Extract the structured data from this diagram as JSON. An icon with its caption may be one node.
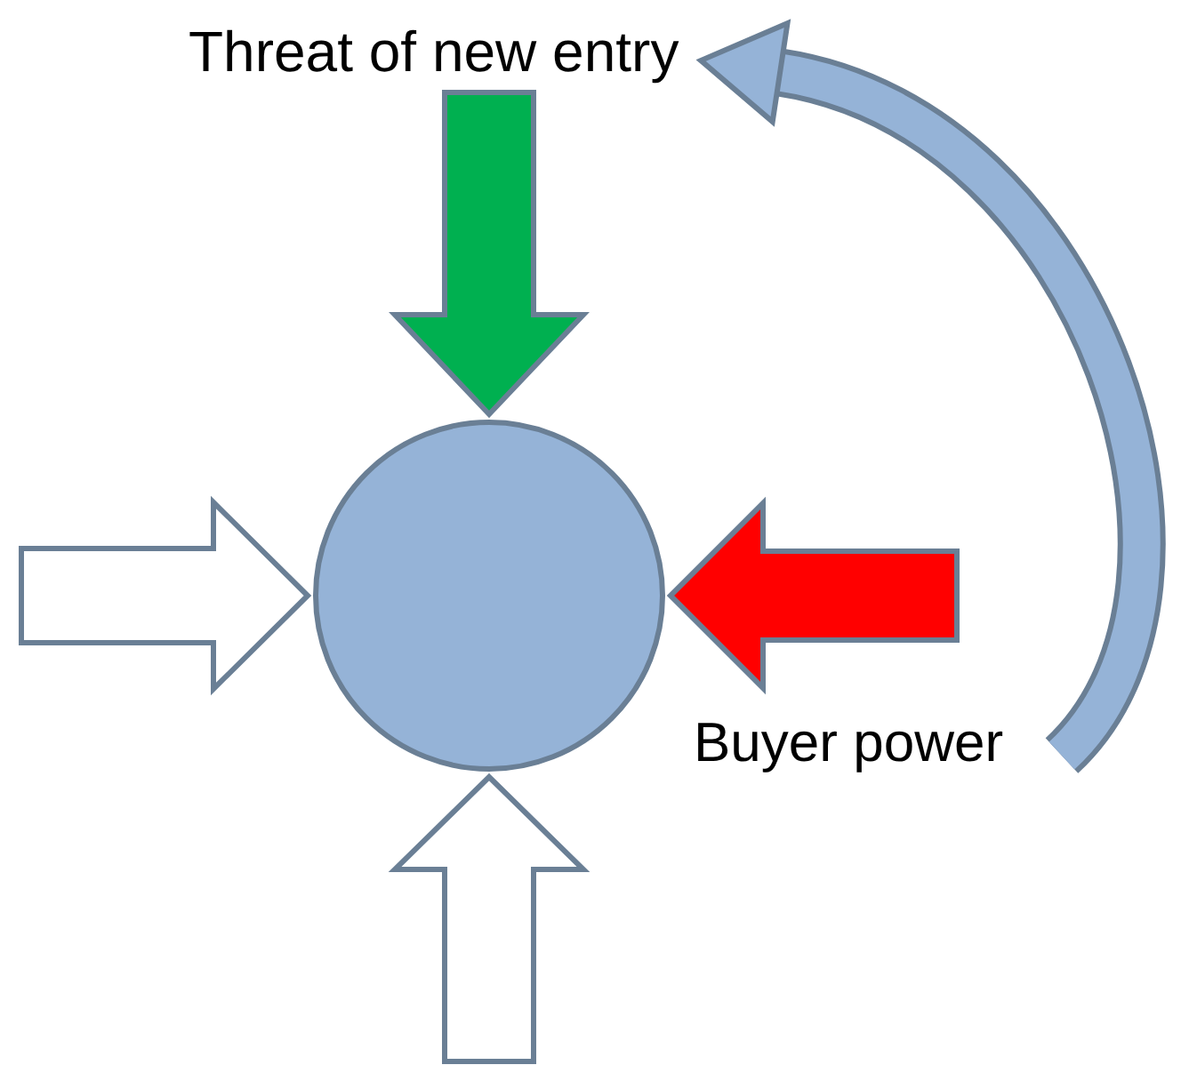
{
  "diagram": {
    "nodes": [
      {
        "text": [
          "Threat of new entry"
        ]
      },
      {
        "text": [],
        "shape": "circle"
      }
    ],
    "edges": [
      {
        "from": 0,
        "to": 1,
        "arrow": "to",
        "color": "#00b050"
      },
      {
        "from": null,
        "to": 1,
        "arrow": "to",
        "color": "#ff0000",
        "label": "Buyer power"
      },
      {
        "from": null,
        "to": 1,
        "arrow": "to"
      },
      {
        "from": null,
        "to": 1,
        "arrow": "to"
      },
      {
        "from": null,
        "to": 0,
        "arrow": "to",
        "color": "#95b3d7"
      }
    ]
  }
}
